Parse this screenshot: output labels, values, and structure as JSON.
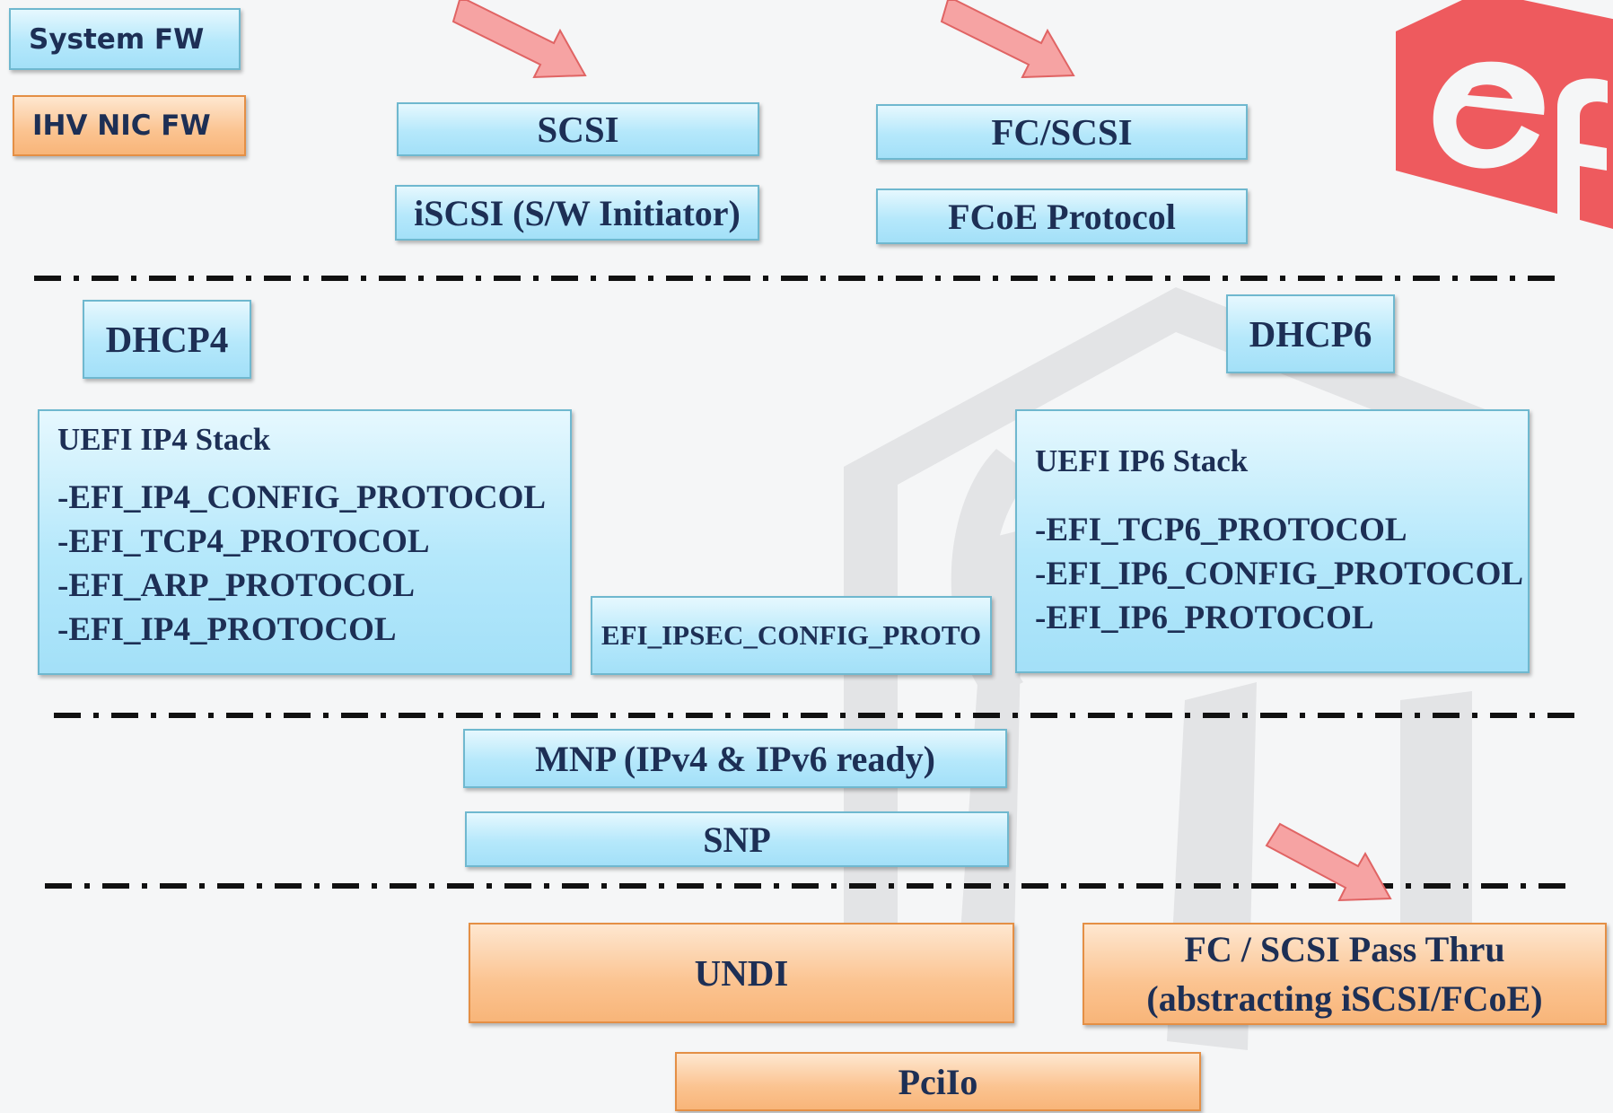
{
  "legend": {
    "system_fw": "System FW",
    "ihv_nic_fw": "IHV NIC FW"
  },
  "boxes": {
    "scsi": "SCSI",
    "iscsi": "iSCSI (S/W Initiator)",
    "fc_scsi": "FC/SCSI",
    "fcoe": "FCoE Protocol",
    "dhcp4": "DHCP4",
    "dhcp6": "DHCP6",
    "ipsec": "EFI_IPSEC_CONFIG_PROTO",
    "mnp": "MNP (IPv4 & IPv6 ready)",
    "snp": "SNP",
    "undi": "UNDI",
    "pciio": "PciIo",
    "passthru_line1": "FC / SCSI Pass Thru",
    "passthru_line2": "(abstracting iSCSI/FCoE)"
  },
  "ip4_stack": {
    "title": "UEFI IP4 Stack",
    "items": [
      "-EFI_IP4_CONFIG_PROTOCOL",
      "-EFI_TCP4_PROTOCOL",
      "-EFI_ARP_PROTOCOL",
      "-EFI_IP4_PROTOCOL"
    ]
  },
  "ip6_stack": {
    "title": "UEFI IP6 Stack",
    "items": [
      "-EFI_TCP6_PROTOCOL",
      "-EFI_IP6_CONFIG_PROTOCOL",
      "-EFI_IP6_PROTOCOL"
    ]
  },
  "colors": {
    "system_fw_fill": "#b5e8fb",
    "ihv_fw_fill": "#fbc390",
    "text": "#1d2f55",
    "arrow": "#f6a3a3",
    "logo": "#ee5a5e"
  },
  "icons": [
    "efi-logo-icon",
    "red-arrow-icon"
  ]
}
